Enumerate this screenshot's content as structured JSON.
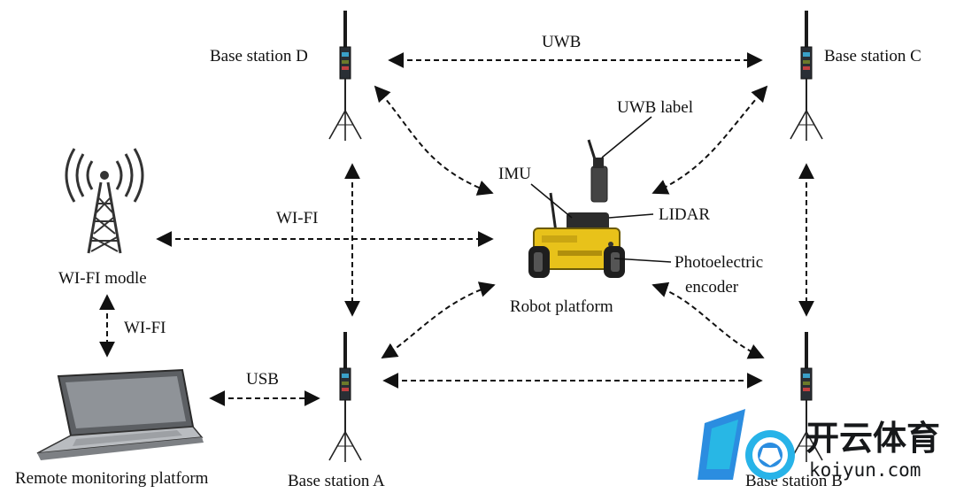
{
  "labels": {
    "base_station_a": "Base station A",
    "base_station_b": "Base station B",
    "base_station_c": "Base station C",
    "base_station_d": "Base station D",
    "uwb": "UWB",
    "uwb_label": "UWB label",
    "imu": "IMU",
    "lidar": "LIDAR",
    "photoelectric_1": "Photoelectric",
    "photoelectric_2": "encoder",
    "robot_platform": "Robot platform",
    "wifi_link_top": "WI-FI",
    "wifi_link_side": "WI-FI",
    "wifi_module": "WI-FI modle",
    "usb": "USB",
    "remote_monitoring": "Remote monitoring platform"
  },
  "watermark": {
    "brand_cn": "开云体育",
    "url": "koiyun.com"
  },
  "colors": {
    "line": "#111111",
    "robot_body": "#e8c21a",
    "watermark_blue": "#2b8de0",
    "watermark_cyan": "#27d3e8"
  }
}
